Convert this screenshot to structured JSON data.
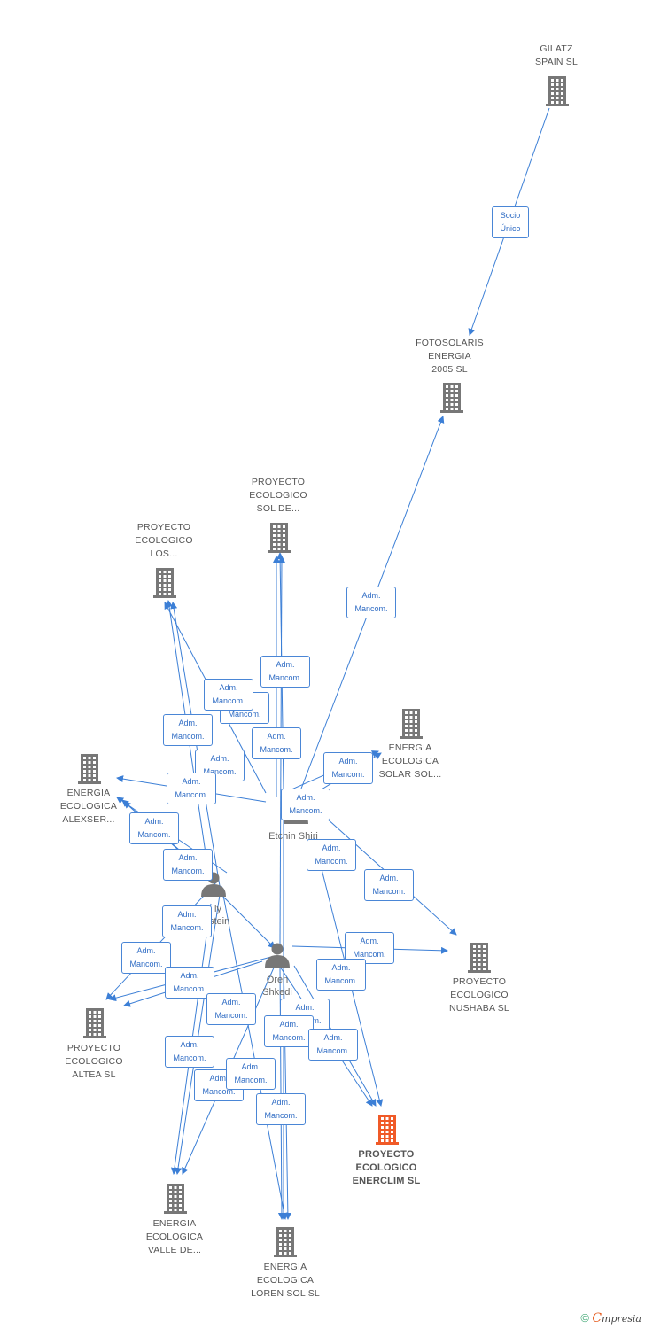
{
  "colors": {
    "edge": "#3c7fd6",
    "company": "#777777",
    "main_company": "#f05a28",
    "person": "#777777"
  },
  "companies": [
    {
      "id": "gilatz",
      "lines": [
        "GILATZ",
        "SPAIN SL"
      ]
    },
    {
      "id": "fotosolaris",
      "lines": [
        "FOTOSOLARIS",
        "ENERGIA",
        "2005 SL"
      ]
    },
    {
      "id": "sol_de",
      "lines": [
        "PROYECTO",
        "ECOLOGICO",
        "SOL DE..."
      ]
    },
    {
      "id": "los",
      "lines": [
        "PROYECTO",
        "ECOLOGICO",
        "LOS..."
      ]
    },
    {
      "id": "solar_sol",
      "lines": [
        "ENERGIA",
        "ECOLOGICA",
        "SOLAR SOL..."
      ]
    },
    {
      "id": "alexser",
      "lines": [
        "ENERGIA",
        "ECOLOGICA",
        "ALEXSER..."
      ]
    },
    {
      "id": "nushaba",
      "lines": [
        "PROYECTO",
        "ECOLOGICO",
        "NUSHABA SL"
      ]
    },
    {
      "id": "altea",
      "lines": [
        "PROYECTO",
        "ECOLOGICO",
        "ALTEA SL"
      ]
    },
    {
      "id": "enerclim",
      "lines": [
        "PROYECTO",
        "ECOLOGICO",
        "ENERCLIM SL"
      ],
      "main": true
    },
    {
      "id": "valle",
      "lines": [
        "ENERGIA",
        "ECOLOGICA",
        "VALLE DE..."
      ]
    },
    {
      "id": "loren",
      "lines": [
        "ENERGIA",
        "ECOLOGICA",
        "LOREN SOL SL"
      ]
    }
  ],
  "persons": [
    {
      "id": "etchin",
      "label": "Etchin Shiri"
    },
    {
      "id": "ely",
      "lines": [
        "ly",
        "stein"
      ]
    },
    {
      "id": "oren",
      "lines": [
        "Oren",
        "Shkedi"
      ]
    }
  ],
  "relations": [
    {
      "id": "r1",
      "lines": [
        "Socio",
        "Único"
      ]
    },
    {
      "id": "r2",
      "lines": [
        "Adm.",
        "Mancom."
      ]
    },
    {
      "id": "r3",
      "lines": [
        "Adm.",
        "Mancom."
      ]
    },
    {
      "id": "r4",
      "lines": [
        "Adm.",
        "Mancom."
      ]
    },
    {
      "id": "r5",
      "lines": [
        "Adm.",
        "Mancom."
      ]
    },
    {
      "id": "r6",
      "lines": [
        "Adm.",
        "Mancom."
      ]
    },
    {
      "id": "r7",
      "lines": [
        "Adm.",
        "Mancom."
      ]
    },
    {
      "id": "r8",
      "lines": [
        "Adm.",
        "Mancom."
      ]
    },
    {
      "id": "r9",
      "lines": [
        "Adm.",
        "Mancom."
      ]
    },
    {
      "id": "r10",
      "lines": [
        "Adm.",
        "Mancom."
      ]
    },
    {
      "id": "r11",
      "lines": [
        "Adm.",
        "Mancom."
      ]
    },
    {
      "id": "r12",
      "lines": [
        "Adm.",
        "Mancom."
      ]
    },
    {
      "id": "r13",
      "lines": [
        "Adm.",
        "Mancom."
      ]
    },
    {
      "id": "r14",
      "lines": [
        "Adm.",
        "Mancom."
      ]
    },
    {
      "id": "r15",
      "lines": [
        "Adm.",
        "Mancom."
      ]
    },
    {
      "id": "r16",
      "lines": [
        "Adm.",
        "Mancom."
      ]
    },
    {
      "id": "r17",
      "lines": [
        "Adm.",
        "Mancom."
      ]
    },
    {
      "id": "r18",
      "lines": [
        "Adm.",
        "Mancom."
      ]
    },
    {
      "id": "r19",
      "lines": [
        "Adm.",
        "Mancom."
      ]
    },
    {
      "id": "r20",
      "lines": [
        "Adm.",
        "Mancom."
      ]
    },
    {
      "id": "r21",
      "lines": [
        "Adm.",
        "Mancom."
      ]
    },
    {
      "id": "r22",
      "lines": [
        "Adm.",
        "Mancom."
      ]
    },
    {
      "id": "r23",
      "lines": [
        "Adm.",
        "Mancom."
      ]
    },
    {
      "id": "r24",
      "lines": [
        "Adm.",
        "Mancom."
      ]
    },
    {
      "id": "r25",
      "lines": [
        "Adm.",
        "Mancom."
      ]
    },
    {
      "id": "r26",
      "lines": [
        "Adm.",
        "Mancom."
      ]
    },
    {
      "id": "r27",
      "lines": [
        "Adm.",
        "Mancom."
      ]
    },
    {
      "id": "r28",
      "lines": [
        "Adm.",
        "Mancom."
      ]
    }
  ],
  "footer": {
    "copyright": "©",
    "brand_initial": "C",
    "brand_rest": "mpresia"
  }
}
